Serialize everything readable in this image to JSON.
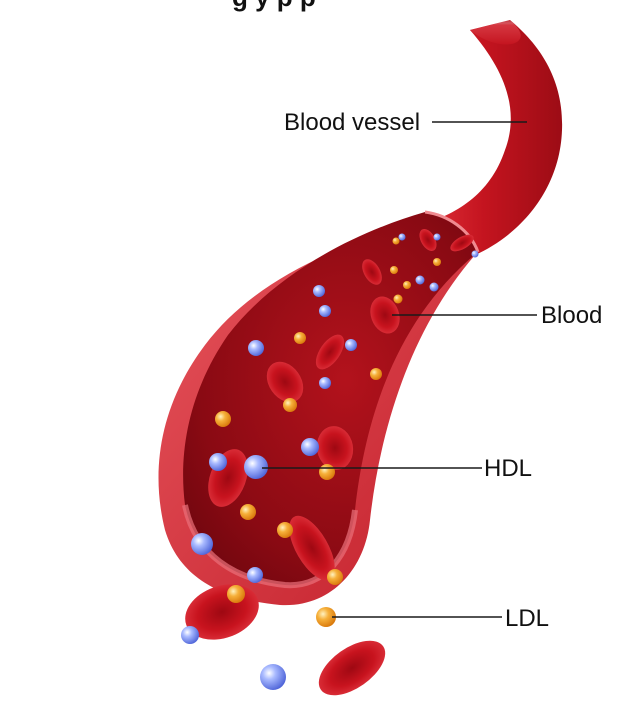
{
  "title_fragment": "g  y p p",
  "labels": {
    "vessel": "Blood vessel",
    "blood": "Blood",
    "hdl": "HDL",
    "ldl": "LDL"
  },
  "colors": {
    "vessel_outer": "#c81a26",
    "vessel_inner": "#8c0b14",
    "rbc": "#d0131e",
    "hdl": "#6b86f0",
    "ldl": "#f09a14"
  },
  "icons": [
    "red-blood-cell-icon",
    "hdl-particle-icon",
    "ldl-particle-icon"
  ]
}
